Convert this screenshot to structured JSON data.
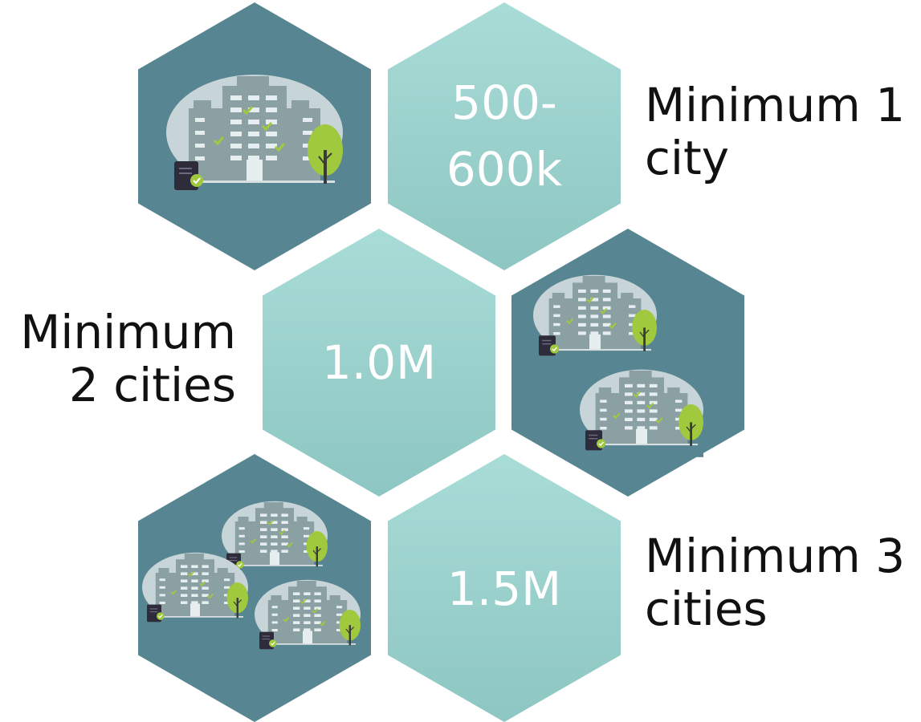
{
  "colors": {
    "dark_hex": "#578591",
    "light_hex_top": "#a9dcd7",
    "light_hex_bottom": "#8dc6c2",
    "building_body": "#8aa0a3",
    "building_backdrop": "#c8d5d8",
    "tree": "#a0c93d",
    "check": "#a0c93d",
    "document": "#2e2c3a"
  },
  "tiers": [
    {
      "value_lines": [
        "500-",
        "600k"
      ],
      "label_lines": [
        "Minimum 1",
        "city"
      ],
      "building_icon_count": 1
    },
    {
      "value_lines": [
        "1.0M"
      ],
      "label_lines": [
        "Minimum",
        "2 cities"
      ],
      "building_icon_count": 2
    },
    {
      "value_lines": [
        "1.5M"
      ],
      "label_lines": [
        "Minimum 3",
        "cities"
      ],
      "building_icon_count": 3
    }
  ],
  "icons": {
    "building": "city-building-icon",
    "tree": "tree-icon",
    "document": "document-check-icon"
  }
}
